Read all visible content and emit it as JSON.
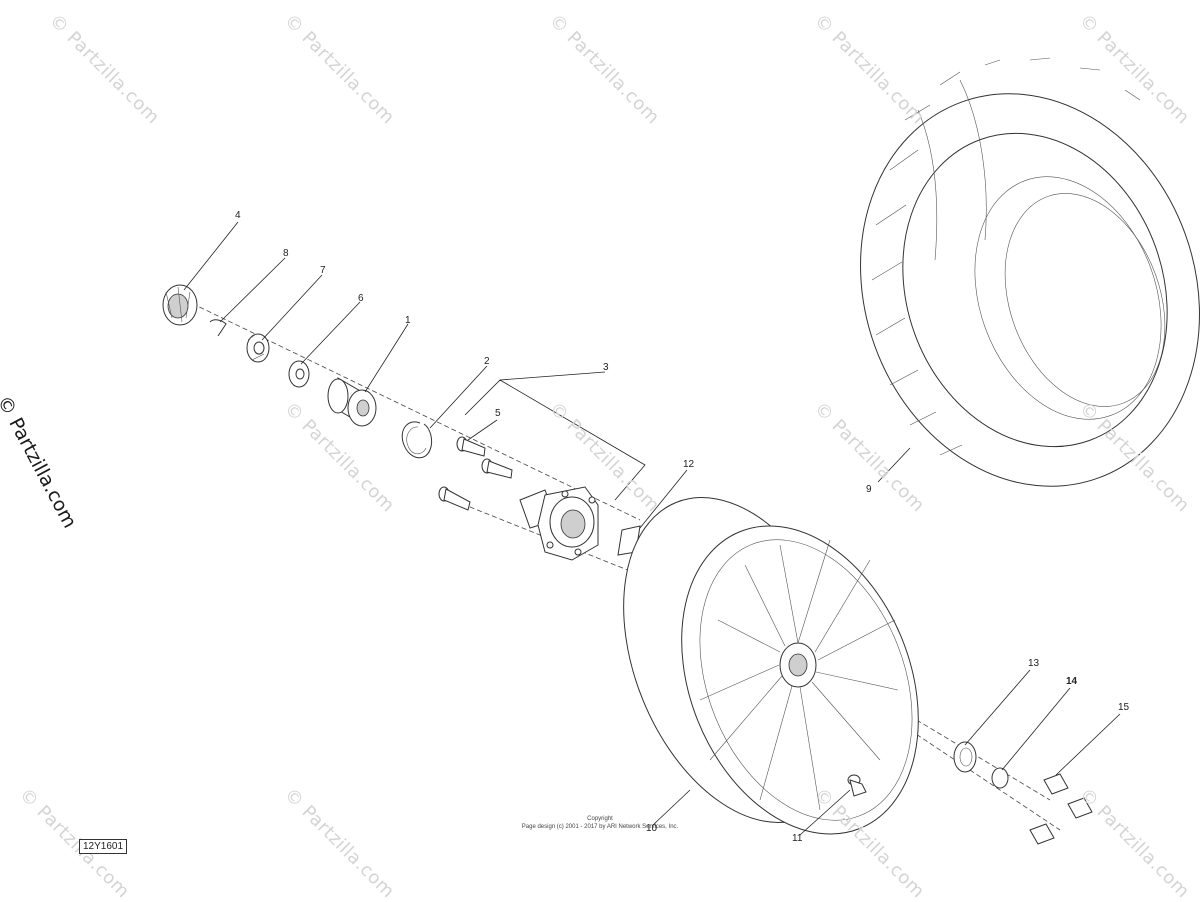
{
  "watermark": {
    "text": "© Partzilla.com",
    "side_text": "© Partzilla.com"
  },
  "callouts": [
    {
      "id": "c1",
      "label": "1"
    },
    {
      "id": "c2",
      "label": "2"
    },
    {
      "id": "c3",
      "label": "3"
    },
    {
      "id": "c4",
      "label": "4"
    },
    {
      "id": "c5",
      "label": "5"
    },
    {
      "id": "c6",
      "label": "6"
    },
    {
      "id": "c7",
      "label": "7"
    },
    {
      "id": "c8",
      "label": "8"
    },
    {
      "id": "c9",
      "label": "9"
    },
    {
      "id": "c10",
      "label": "10"
    },
    {
      "id": "c11",
      "label": "11"
    },
    {
      "id": "c12",
      "label": "12"
    },
    {
      "id": "c13",
      "label": "13"
    },
    {
      "id": "c14",
      "label": "14"
    },
    {
      "id": "c15",
      "label": "15"
    }
  ],
  "diagram_code": "12Y1601",
  "copyright": {
    "line1": "Copyright",
    "line2": "Page design (c) 2001 - 2017 by ARI Network Services, Inc."
  }
}
